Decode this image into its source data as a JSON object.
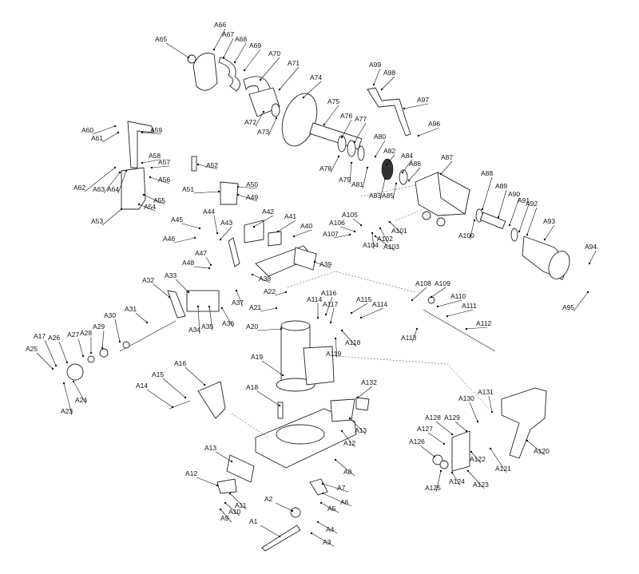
{
  "title": "Exploded parts diagram - cut-off saw",
  "labels": {
    "A1": "A1",
    "A2": "A2",
    "A3": "A3",
    "A4": "A4",
    "A5": "A5",
    "A6": "A6",
    "A7": "A7",
    "A8": "A8",
    "A9": "A9",
    "A10": "A10",
    "A11": "A11",
    "A12": "A12",
    "A12b": "A12",
    "A13": "A13",
    "A13b": "A13",
    "A14": "A14",
    "A15": "A15",
    "A16": "A16",
    "A17": "A17",
    "A18": "A18",
    "A19": "A19",
    "A20": "A20",
    "A21": "A21",
    "A22": "A22",
    "A23": "A23",
    "A24": "A24",
    "A25": "A25",
    "A26": "A26",
    "A27": "A27",
    "A28": "A28",
    "A29": "A29",
    "A30": "A30",
    "A31": "A31",
    "A32": "A32",
    "A33": "A33",
    "A34": "A34",
    "A35": "A35",
    "A36": "A36",
    "A37": "A37",
    "A38": "A38",
    "A39": "A39",
    "A40": "A40",
    "A41": "A41",
    "A42": "A42",
    "A43": "A43",
    "A44": "A44",
    "A45": "A45",
    "A46": "A46",
    "A47": "A47",
    "A48": "A48",
    "A49": "A49",
    "A50": "A50",
    "A51": "A51",
    "A52": "A52",
    "A53": "A53",
    "A54": "A54",
    "A55": "A55",
    "A56": "A56",
    "A57": "A57",
    "A58": "A58",
    "A59": "A59",
    "A60": "A60",
    "A61": "A61",
    "A62": "A62",
    "A63": "A63",
    "A64": "A64",
    "A65": "A65",
    "A66": "A66",
    "A67": "A67",
    "A68": "A68",
    "A69": "A69",
    "A70": "A70",
    "A71": "A71",
    "A72": "A72",
    "A73": "A73",
    "A74": "A74",
    "A75": "A75",
    "A76": "A76",
    "A77": "A77",
    "A78": "A78",
    "A79": "A79",
    "A80": "A80",
    "A81": "A81",
    "A82": "A82",
    "A83": "A83",
    "A84": "A84",
    "A85": "A85",
    "A86": "A86",
    "A87": "A87",
    "A88": "A88",
    "A89": "A89",
    "A90": "A90",
    "A91": "A91",
    "A92": "A92",
    "A93": "A93",
    "A94": "A94",
    "A95": "A95",
    "A96": "A96",
    "A97": "A97",
    "A98": "A98",
    "A99": "A99",
    "A100": "A100",
    "A101": "A101",
    "A102": "A102",
    "A103": "A103",
    "A104": "A104",
    "A105": "A105",
    "A106": "A106",
    "A107": "A107",
    "A108": "A108",
    "A109": "A109",
    "A110": "A110",
    "A111": "A111",
    "A112": "A112",
    "A113": "A113",
    "A114": "A114",
    "A114b": "A114",
    "A115": "A115",
    "A116": "A116",
    "A117": "A117",
    "A118": "A118",
    "A119": "A119",
    "A120": "A120",
    "A121": "A121",
    "A122": "A122",
    "A123": "A123",
    "A124": "A124",
    "A125": "A125",
    "A126": "A126",
    "A127": "A127",
    "A128": "A128",
    "A129": "A129",
    "A130": "A130",
    "A131": "A131",
    "A132": "A132"
  }
}
